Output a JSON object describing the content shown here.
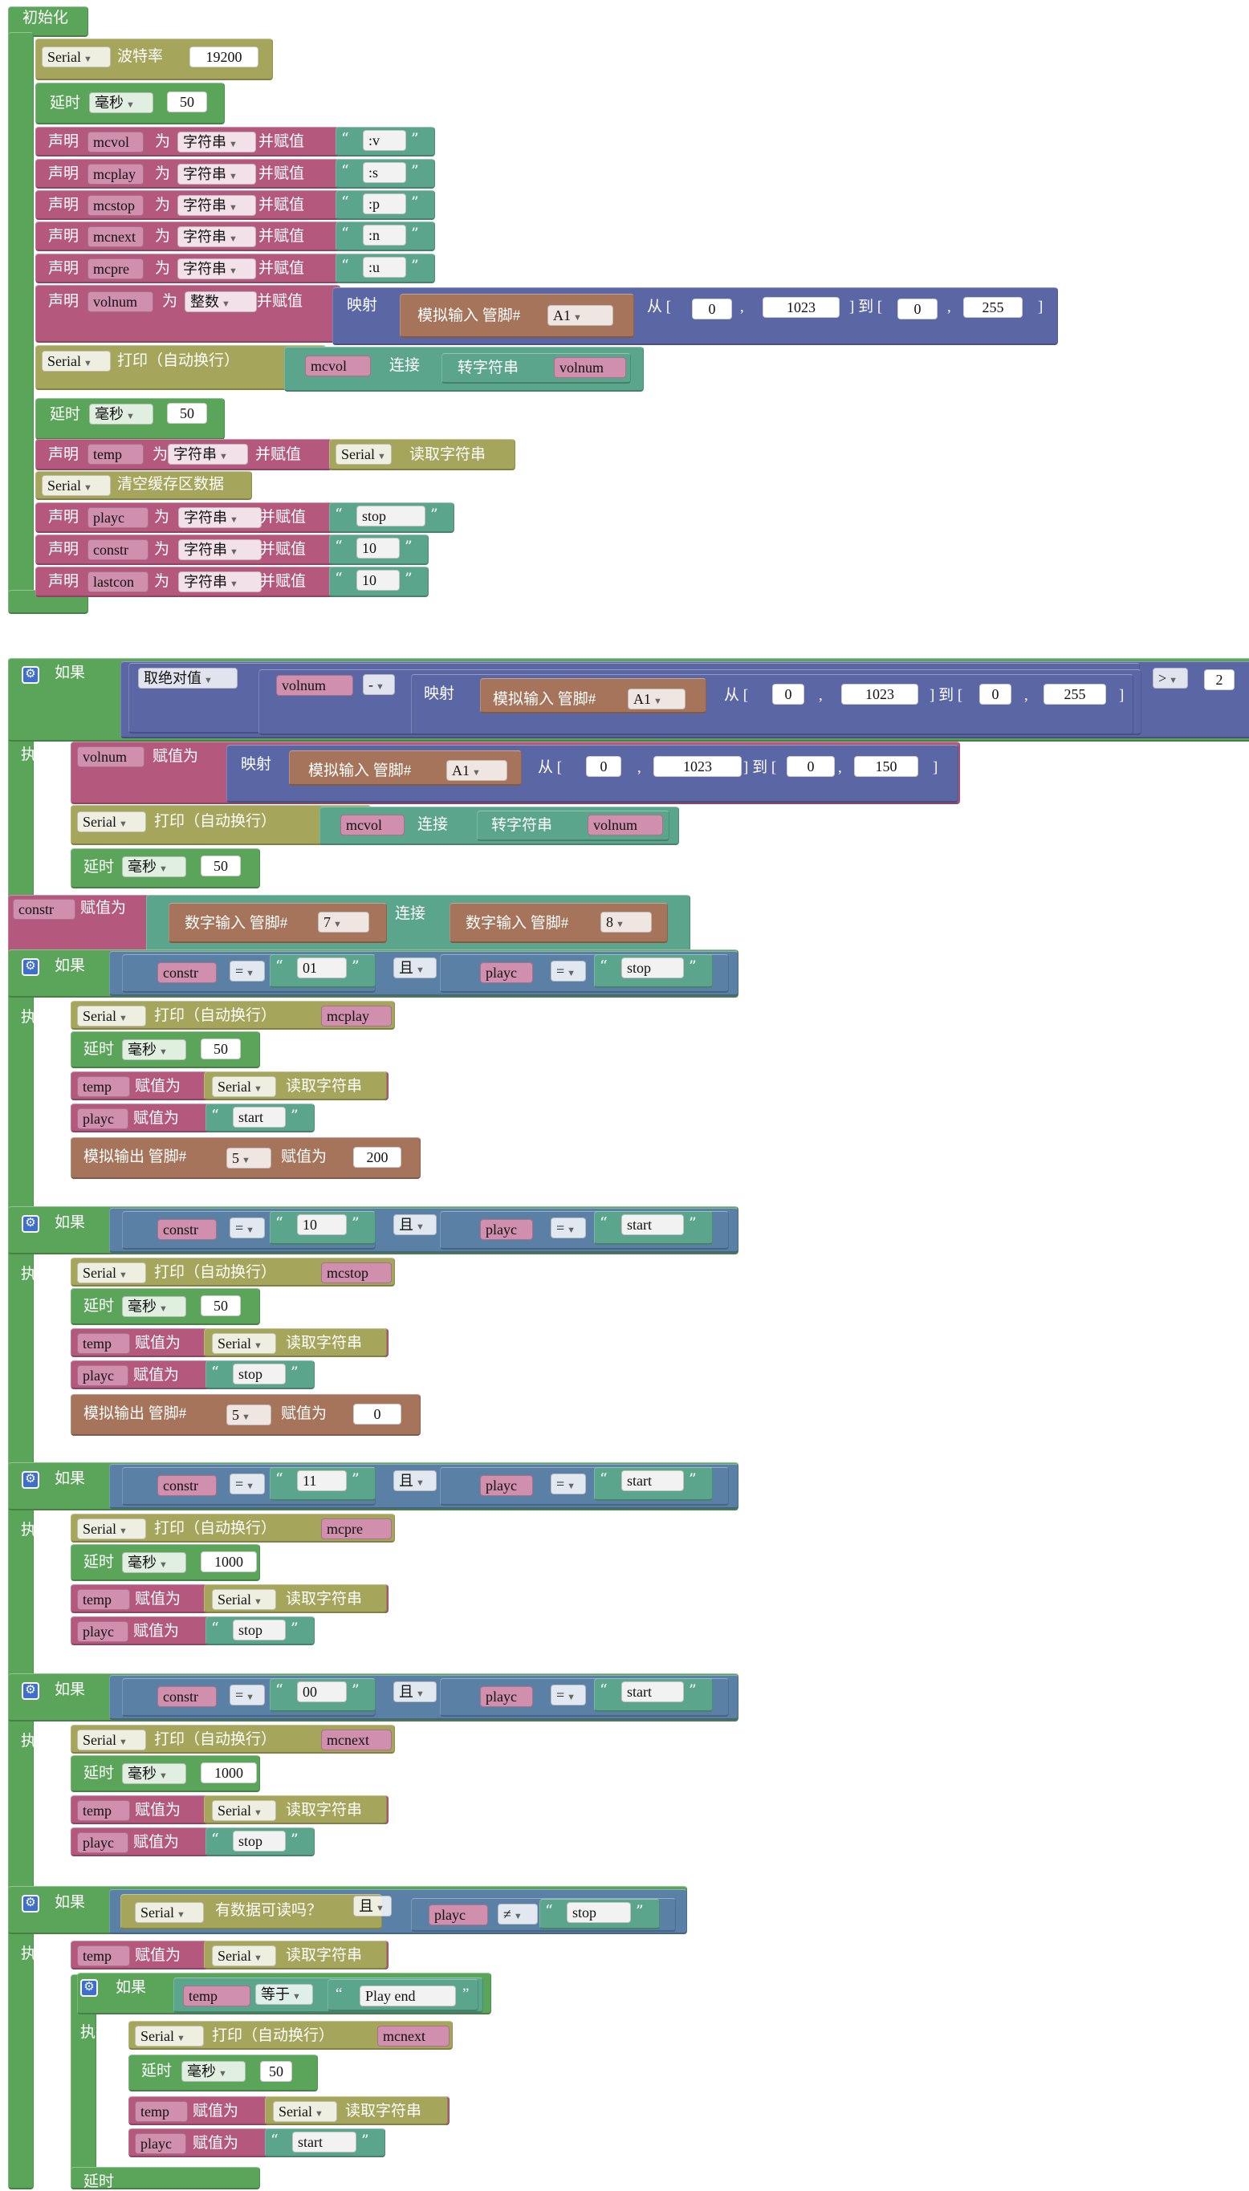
{
  "ui": {
    "init": "初始化",
    "if": "如果",
    "do": "执行",
    "declare": "声明",
    "as_word": "为",
    "assign_word": "并赋值",
    "baud": "波特率",
    "delay": "延时",
    "ms": "毫秒",
    "str_type": "字符串",
    "int_type": "整数",
    "println": "打印（自动换行）",
    "join": "连接",
    "to_string": "转字符串",
    "map": "映射",
    "analog_in": "模拟输入 管脚#",
    "digital_in": "数字输入 管脚#",
    "analog_out": "模拟输出 管脚#",
    "assign": "赋值为",
    "read_string": "读取字符串",
    "flush": "清空缓存区数据",
    "from": "从 [",
    "to": "] 到 [",
    "close": "]",
    "comma": ",",
    "abs": "取绝对值",
    "and": "且",
    "available": "有数据可读吗？",
    "equals": "等于",
    "serial": "Serial",
    "eq": "=",
    "neq": "≠",
    "minus": "-",
    "gt": ">",
    "oq": "“",
    "cq": "”"
  },
  "vars": {
    "mcvol": "mcvol",
    "mcplay": "mcplay",
    "mcstop": "mcstop",
    "mcnext": "mcnext",
    "mcpre": "mcpre",
    "volnum": "volnum",
    "temp": "temp",
    "playc": "playc",
    "constr": "constr",
    "lastcon": "lastcon"
  },
  "str": {
    "v": ":v",
    "s": ":s",
    "p": ":p",
    "n": ":n",
    "u": ":u",
    "stop": "stop",
    "start": "start",
    "ten": "10",
    "s01": "01",
    "s11": "11",
    "s00": "00",
    "playend": "Play end"
  },
  "num": {
    "baud": "19200",
    "d50": "50",
    "d1000": "1000",
    "zero": "0",
    "n1023": "1023",
    "n255": "255",
    "n150": "150",
    "two": "2",
    "n200": "200",
    "pinA1": "A1",
    "pin7": "7",
    "pin8": "8",
    "pin5": "5"
  },
  "colors": {
    "control": "#5ba55b",
    "serial": "#a5a55b",
    "variable": "#b5587e",
    "math": "#5b67a5",
    "io": "#a5745b",
    "text": "#5ba58c",
    "logic": "#5b80a5"
  }
}
